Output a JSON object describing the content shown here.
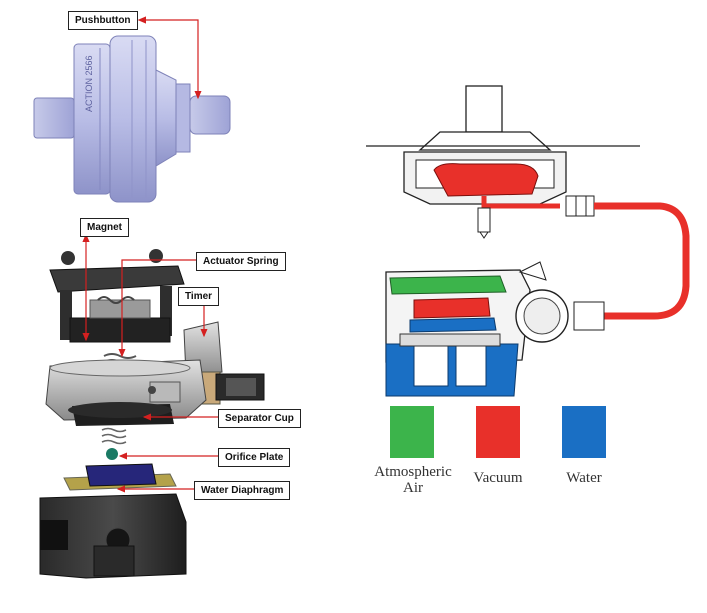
{
  "left_callouts": {
    "pushbutton": "Pushbutton",
    "magnet": "Magnet",
    "actuator_spring": "Actuator Spring",
    "timer": "Timer",
    "separator_cup": "Separator Cup",
    "orifice_plate": "Orifice Plate",
    "water_diaphragm": "Water Diaphragm"
  },
  "part_marking": "ACTION 2566",
  "legend": [
    {
      "label": "Atmospheric Air",
      "color": "#3cb44b"
    },
    {
      "label": "Vacuum",
      "color": "#e8302a"
    },
    {
      "label": "Water",
      "color": "#1a6fc4"
    }
  ],
  "colors": {
    "air": "#3cb44b",
    "vacuum": "#e8302a",
    "water": "#1a6fc4",
    "leader": "#d42020"
  }
}
